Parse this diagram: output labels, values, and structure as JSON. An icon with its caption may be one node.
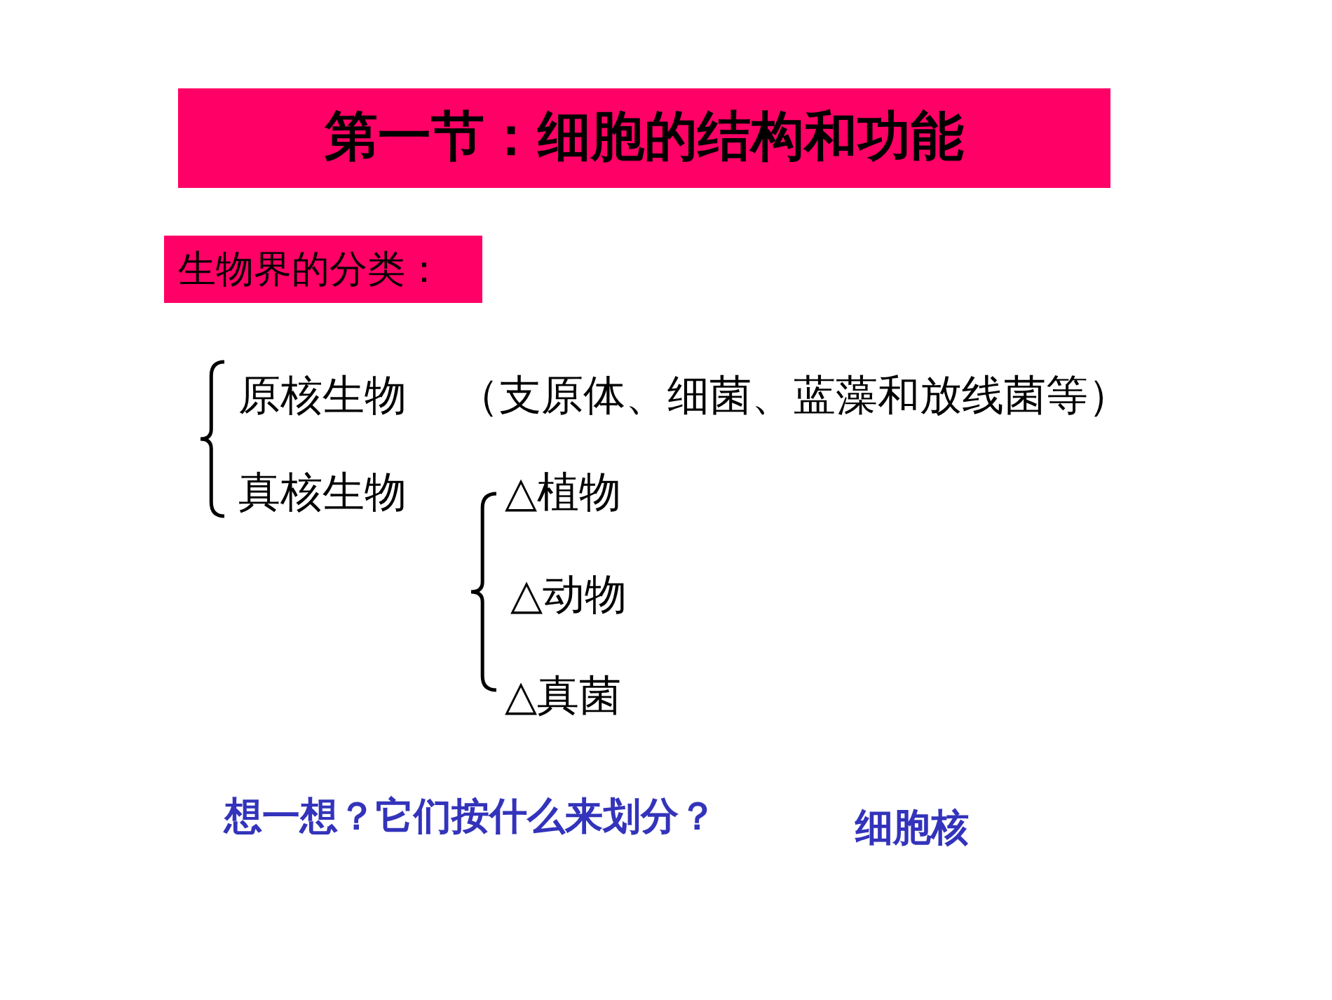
{
  "diagram": {
    "title": "第一节：细胞的结构和功能",
    "nodes": [
      {
        "text": [
          "生物界的分类："
        ]
      }
    ],
    "labels": [
      "原核生物",
      "（支原体、细菌、蓝藻和放线菌等）",
      "真核生物",
      "△植物",
      "△动物",
      "△真菌",
      "想一想？它们按什么来划分？",
      "细胞核"
    ]
  }
}
